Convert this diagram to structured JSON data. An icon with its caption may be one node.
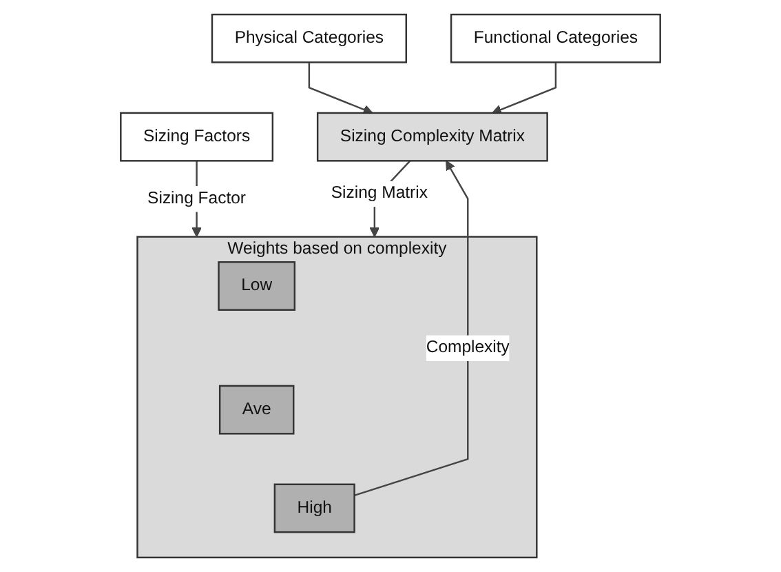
{
  "diagram": {
    "nodes": [
      {
        "text": [
          "Physical Categories"
        ]
      },
      {
        "text": [
          "Sizing Factors"
        ]
      },
      {
        "text": [
          "Functional Categories"
        ]
      },
      {
        "text": [
          "Weights based on complexity"
        ]
      },
      {
        "text": [
          "Low"
        ],
        "in": 3
      },
      {
        "text": [
          "Ave"
        ],
        "in": 3
      },
      {
        "text": [
          "High"
        ],
        "in": 3
      },
      {
        "text": [
          "Sizing Complexity Matrix"
        ]
      }
    ],
    "edges": [
      {
        "from": 1,
        "to": 3,
        "arrow": "to",
        "label": "Sizing Factor"
      },
      {
        "from": 0,
        "to": 7,
        "arrow": "to"
      },
      {
        "from": 2,
        "to": 7,
        "arrow": "to"
      },
      {
        "from": 6,
        "to": 7,
        "arrow": "to",
        "label": "Complexity"
      },
      {
        "from": 7,
        "to": 3,
        "arrow": "to",
        "label": "Sizing Matrix"
      }
    ]
  }
}
